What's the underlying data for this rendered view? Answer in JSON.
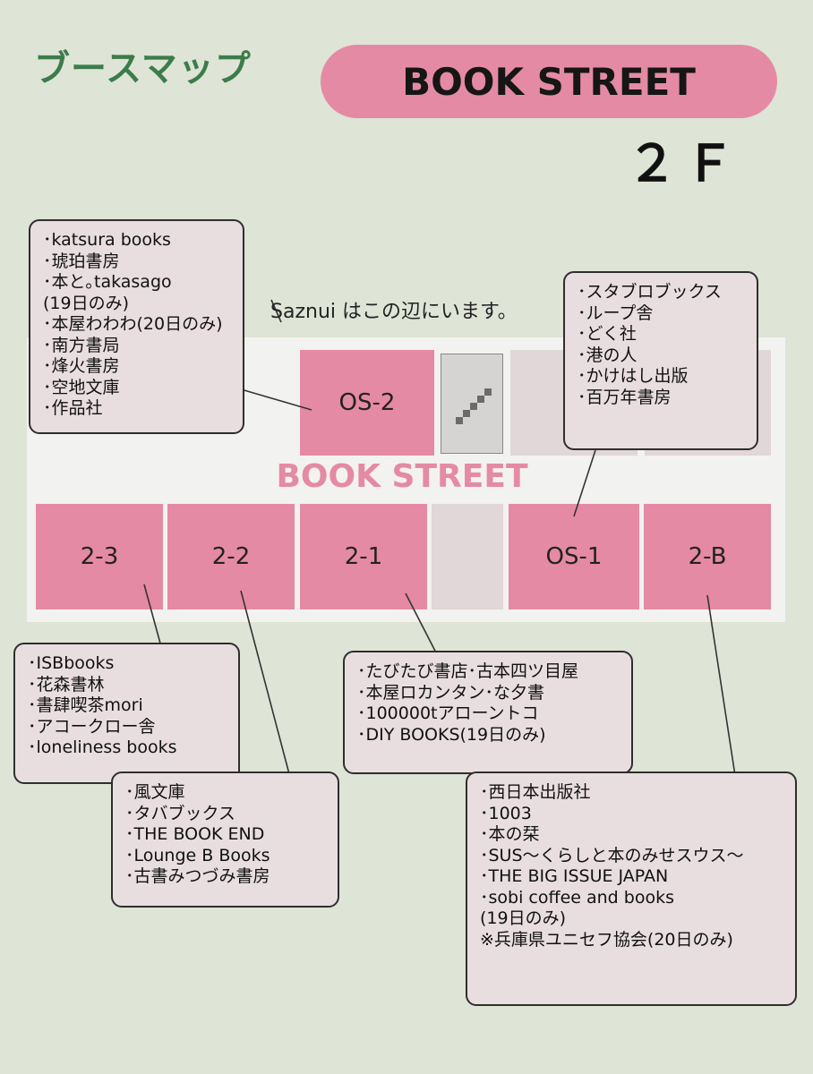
{
  "title": "ブースマップ",
  "banner": "BOOK STREET",
  "floor": "２Ｆ",
  "note": "Saznui はこの辺にいます。",
  "street_label": "BOOK STREET",
  "booths": {
    "os2": "OS-2",
    "b23": "2-3",
    "b22": "2-2",
    "b21": "2-1",
    "os1": "OS-1",
    "b2b": "2-B"
  },
  "lists": {
    "os2": [
      "･katsura books",
      "･琥珀書房",
      "･本と｡takasago",
      "(19日のみ)",
      "･本屋わわわ(20日のみ)",
      "･南方書局",
      "･烽火書房",
      "･空地文庫",
      "･作品社"
    ],
    "os1": [
      "･スタブロブックス",
      "･ループ舎",
      "･どく社",
      "･港の人",
      "･かけはし出版",
      "･百万年書房"
    ],
    "b23": [
      "･ISBbooks",
      "･花森書林",
      "･書肆喫茶mori",
      "･アコークロー舎",
      "･loneliness books"
    ],
    "b22": [
      "･風文庫",
      "･タバブックス",
      "･THE BOOK END",
      "･Lounge B Books",
      "･古書みつづみ書房"
    ],
    "b21": [
      "･たびたび書店･古本四ツ目屋",
      "･本屋ロカンタン･な夕書",
      "･100000tアローントコ",
      "･DIY BOOKS(19日のみ)"
    ],
    "b2b": [
      "･西日本出版社",
      "･1003",
      "･本の栞",
      "･SUS〜くらしと本のみせスウス〜",
      "･THE BIG ISSUE JAPAN",
      "･sobi coffee and books",
      "(19日のみ)",
      "※兵庫県ユニセフ協会(20日のみ)"
    ]
  }
}
